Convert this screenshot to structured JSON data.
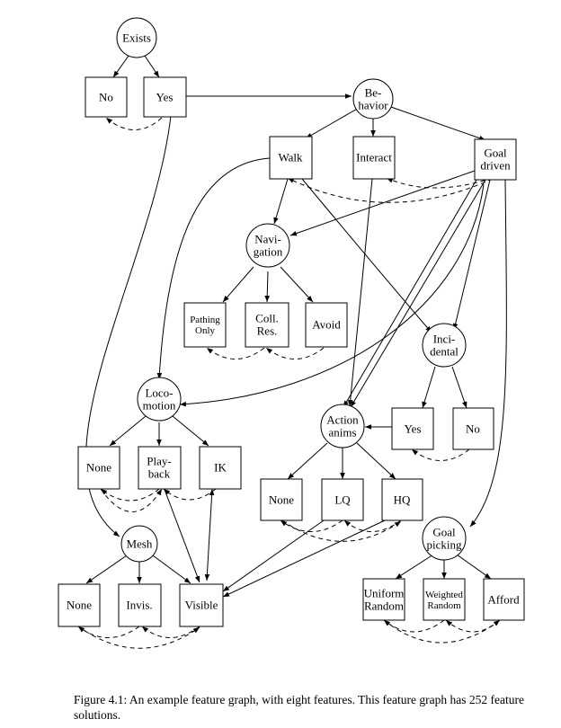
{
  "nodes": {
    "exists": [
      "Exists"
    ],
    "exists_no": [
      "No"
    ],
    "exists_yes": [
      "Yes"
    ],
    "behavior": [
      "Be-",
      "havior"
    ],
    "walk": [
      "Walk"
    ],
    "interact": [
      "Interact"
    ],
    "goal_driven": [
      "Goal",
      "driven"
    ],
    "navigation": [
      "Navi-",
      "gation"
    ],
    "pathing_only": [
      "Pathing",
      "Only"
    ],
    "coll_res": [
      "Coll.",
      "Res."
    ],
    "avoid": [
      "Avoid"
    ],
    "incidental": [
      "Inci-",
      "dental"
    ],
    "incidental_yes": [
      "Yes"
    ],
    "incidental_no": [
      "No"
    ],
    "locomotion": [
      "Loco-",
      "motion"
    ],
    "loco_none": [
      "None"
    ],
    "playback": [
      "Play-",
      "back"
    ],
    "ik": [
      "IK"
    ],
    "action_anims": [
      "Action",
      "anims"
    ],
    "anim_none": [
      "None"
    ],
    "lq": [
      "LQ"
    ],
    "hq": [
      "HQ"
    ],
    "mesh": [
      "Mesh"
    ],
    "mesh_none": [
      "None"
    ],
    "invis": [
      "Invis."
    ],
    "visible": [
      "Visible"
    ],
    "goal_picking": [
      "Goal",
      "picking"
    ],
    "uniform_random": [
      "Uniform",
      "Random"
    ],
    "weighted_random": [
      "Weighted",
      "Random"
    ],
    "afford": [
      "Afford"
    ]
  },
  "caption": "Figure 4.1: An example feature graph, with eight features. This feature graph has 252 feature solutions."
}
